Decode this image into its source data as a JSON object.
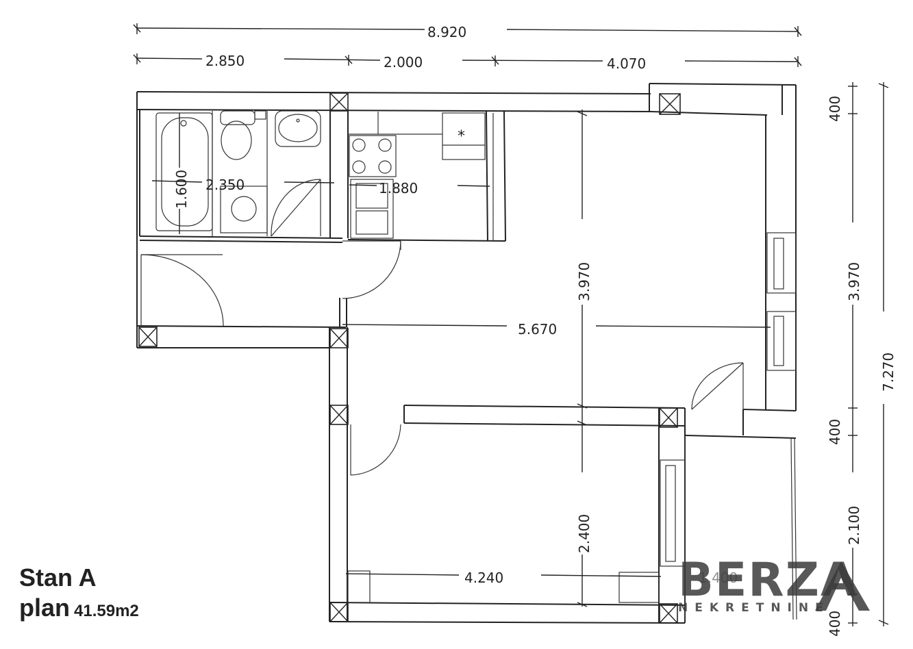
{
  "plan": {
    "title": "Stan A",
    "label": "plan",
    "area": "41.59m2"
  },
  "dimensions": {
    "overall_width": "8.920",
    "segment_1": "2.850",
    "segment_2": "2.000",
    "segment_3": "4.070",
    "right_top": "400",
    "right_mid": "3.970",
    "right_overall": "7.270",
    "right_lower": "400",
    "right_balcony": "2.100",
    "right_bottom": "400",
    "bath_width": "2.350",
    "bath_height": "1.600",
    "kitchen_width": "1.880",
    "living_height": "3.970",
    "living_width": "5.670",
    "bedroom_height": "2.400",
    "bedroom_width": "4.240",
    "balcony_width": "1.400"
  },
  "logo": {
    "name": "BERZA",
    "sub": "NEKRETNINE",
    "color": "#3b3b3b"
  }
}
